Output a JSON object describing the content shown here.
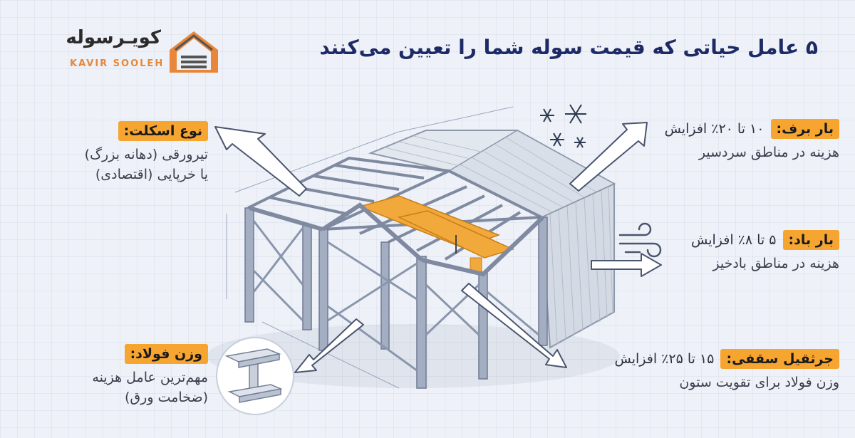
{
  "title": "۵ عامل حیاتی که قیمت سوله شما را تعیین می‌کنند",
  "brand": {
    "name": "کویـرسوله",
    "latin": "KAVIR SOOLEH",
    "accent_color": "#e8873a",
    "icon": "building-roof-icon"
  },
  "factors": {
    "skeleton": {
      "label": "نوع اسکلت:",
      "value": "",
      "desc_line1": "تیرورقی (دهانه بزرگ)",
      "desc_line2": "یا خرپایی (اقتصادی)"
    },
    "steel": {
      "label": "وزن فولاد:",
      "value": "",
      "desc_line1": "مهم‌ترین عامل هزینه",
      "desc_line2": "(ضخامت ورق)"
    },
    "snow": {
      "label": "بار برف:",
      "value": "۱۰ تا ۲۰٪ افزایش",
      "desc_line1": "هزینه در مناطق سردسیر"
    },
    "wind": {
      "label": "بار باد:",
      "value": "۵ تا ۸٪ افزایش",
      "desc_line1": "هزینه در مناطق بادخیز"
    },
    "crane": {
      "label": "جرثقیل سقفی:",
      "value": "۱۵ تا ۲۵٪ افزایش",
      "desc_line1": "وزن فولاد برای تقویت ستون"
    }
  },
  "colors": {
    "label_bg": "#f7a531",
    "title": "#1e2a66",
    "steel_frame": "#8a96ad",
    "crane_beam": "#f2a93b"
  },
  "icons": [
    "snowflake-icon",
    "wind-icon",
    "i-beam-icon",
    "arrow-icon"
  ]
}
